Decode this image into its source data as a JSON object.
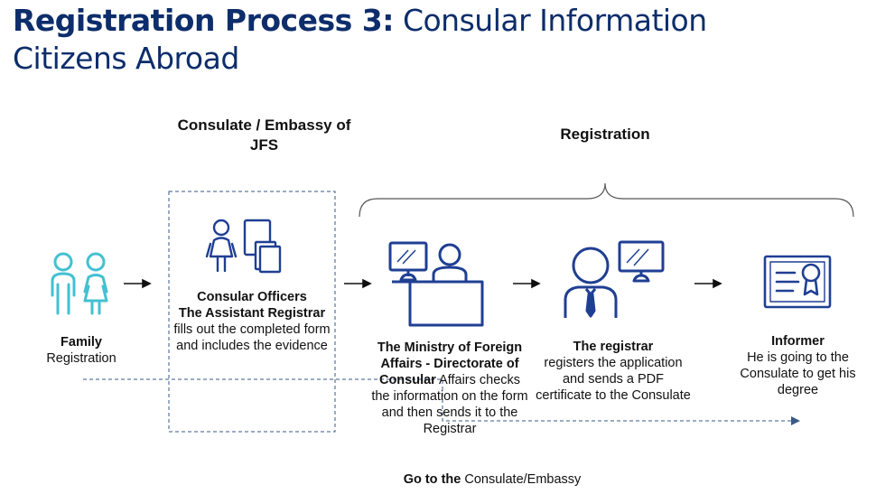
{
  "title": {
    "bold": "Registration Process 3:",
    "light_line1": "Consular Information",
    "light_line2": "Citizens Abroad"
  },
  "headers": {
    "consulate": "Consulate / Embassy of JFS",
    "registration": "Registration"
  },
  "family": {
    "line1": "Family",
    "line2": "Registration"
  },
  "consular": {
    "title1": "Consular Officers",
    "title2": "The Assistant Registrar",
    "desc": "fills out the completed form and includes the evidence"
  },
  "ministry": {
    "title": "The Ministry of Foreign Affairs - Directorate of Consular",
    "desc": " Affairs checks the information on the form and then sends it to the Registrar"
  },
  "registrar": {
    "title": "The registrar",
    "desc": "registers the application and sends a PDF certificate to the Consulate"
  },
  "informer": {
    "title": "Informer",
    "desc": "He is going to the Consulate to get his degree"
  },
  "footer": {
    "bold": "Go to the",
    "normal": " Consulate/Embassy"
  },
  "colors": {
    "title": "#0d2d6b",
    "icon_blue": "#1f3f93",
    "family_teal": "#43c0d2",
    "dashed": "#3a5a85"
  }
}
